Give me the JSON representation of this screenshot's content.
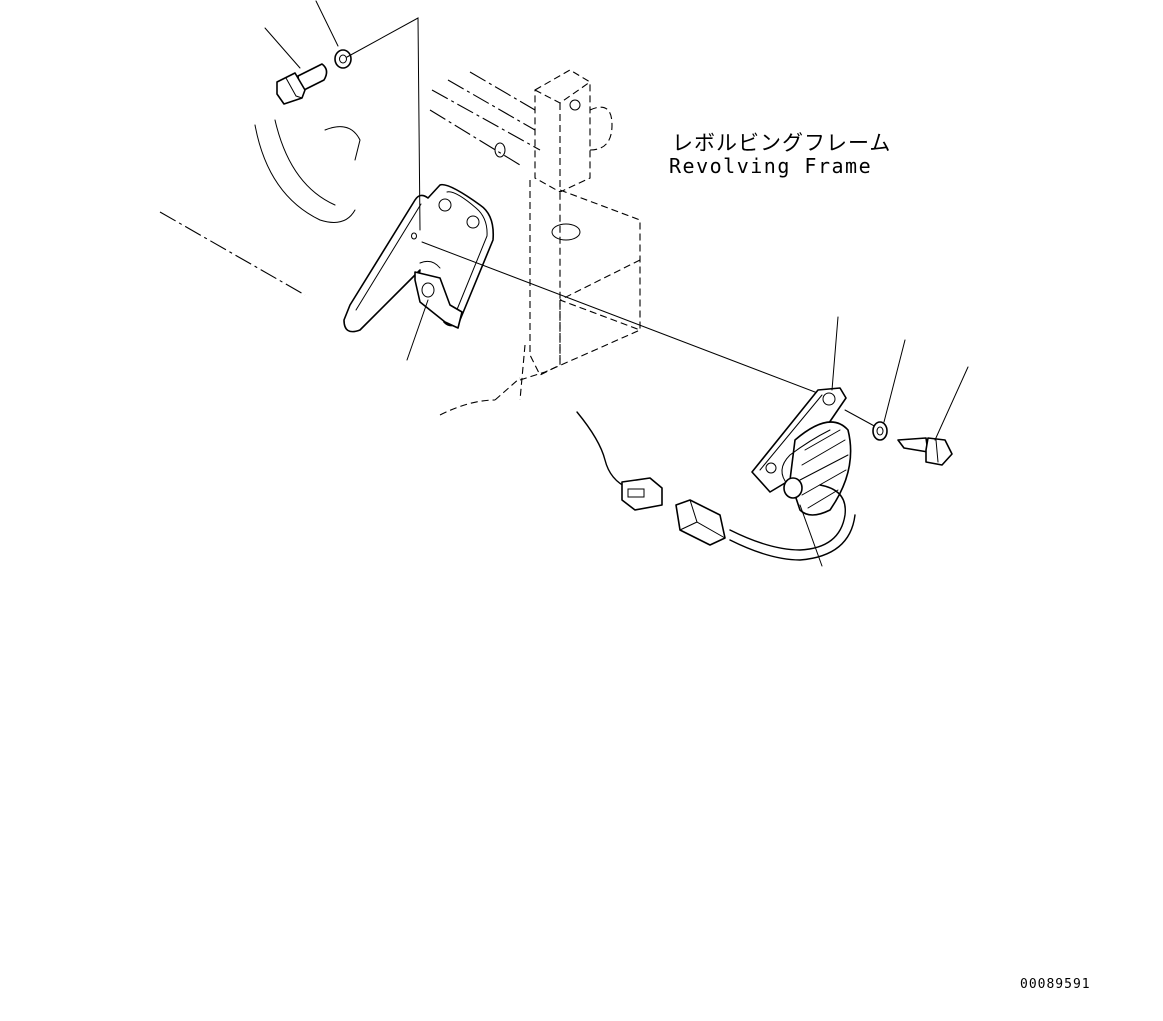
{
  "labels": {
    "frame_jp": "レボルビングフレーム",
    "frame_en": "Revolving Frame",
    "drawing_number": "00089591"
  }
}
